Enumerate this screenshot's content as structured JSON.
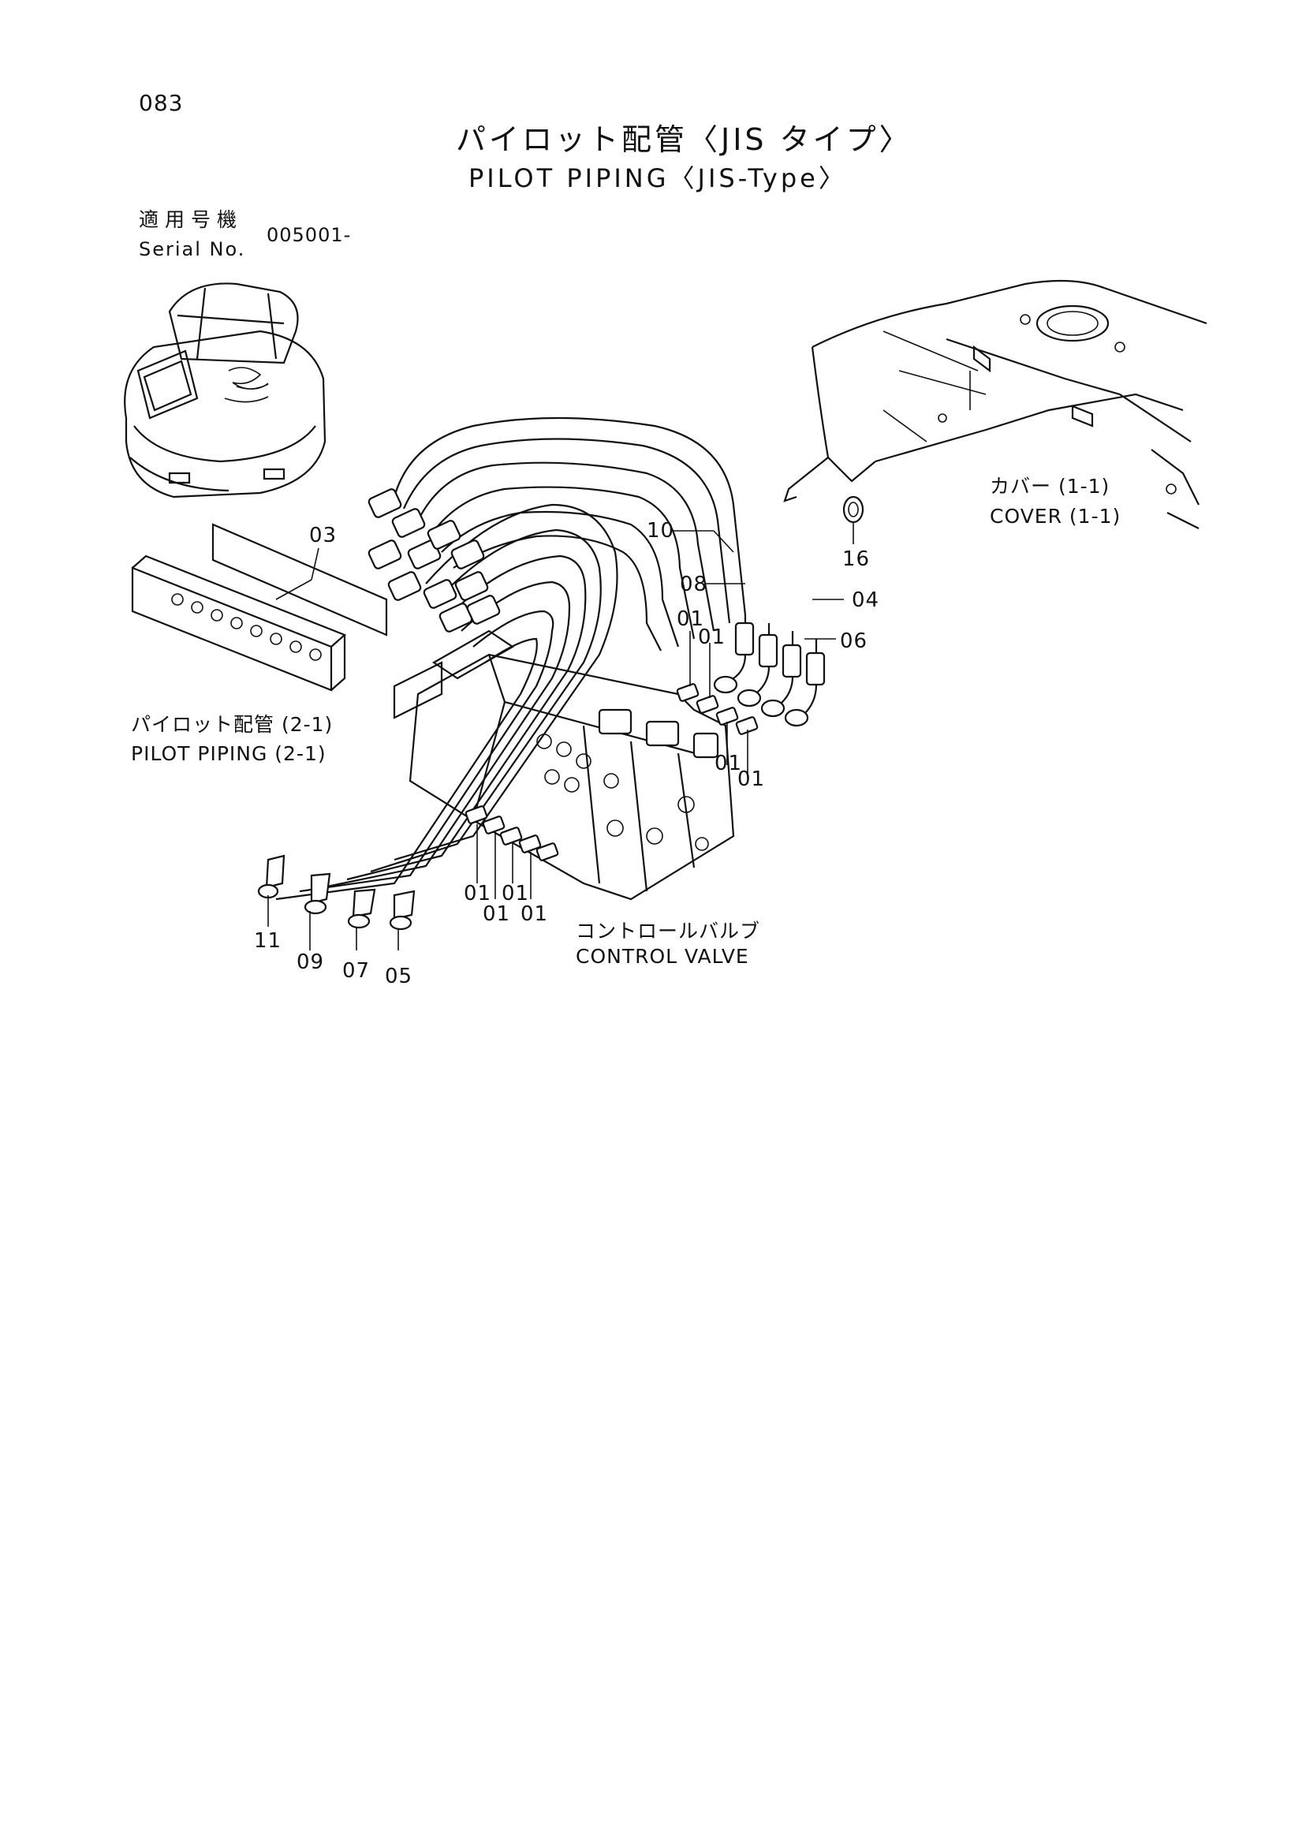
{
  "page": {
    "number": "083"
  },
  "title": {
    "jp": "パイロット配管〈JIS タイプ〉",
    "en": "PILOT PIPING〈JIS-Type〉"
  },
  "serial": {
    "label_jp": "適用号機",
    "label_en": "Serial No.",
    "value": "005001-"
  },
  "references": {
    "cover_jp": "カバー (1-1)",
    "cover_en": "COVER (1-1)",
    "pilot_jp": "パイロット配管 (2-1)",
    "pilot_en": "PILOT PIPING (2-1)",
    "valve_jp": "コントロールバルブ",
    "valve_en": "CONTROL VALVE"
  },
  "callouts": {
    "c03": "03",
    "c10": "10",
    "c16": "16",
    "c08": "08",
    "c04": "04",
    "c06": "06",
    "c11": "11",
    "c09": "09",
    "c07": "07",
    "c05": "05",
    "c01": "01"
  }
}
